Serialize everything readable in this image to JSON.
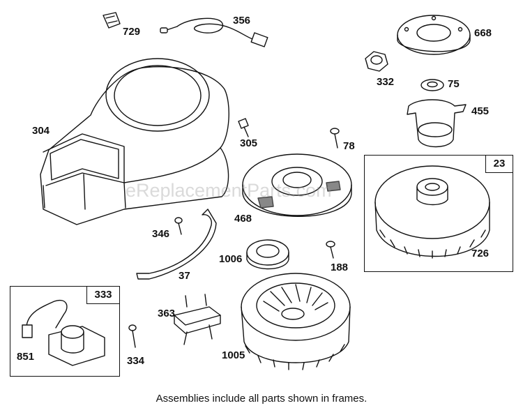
{
  "parts": {
    "p729": "729",
    "p356": "356",
    "p668": "668",
    "p332": "332",
    "p75": "75",
    "p455": "455",
    "p304": "304",
    "p305": "305",
    "p78": "78",
    "p23": "23",
    "p468": "468",
    "p346": "346",
    "p1006": "1006",
    "p188": "188",
    "p726": "726",
    "p37": "37",
    "p333": "333",
    "p363": "363",
    "p851": "851",
    "p334": "334",
    "p1005": "1005"
  },
  "watermark": "eReplacementParts.com",
  "caption": "Assemblies include all parts shown in frames."
}
